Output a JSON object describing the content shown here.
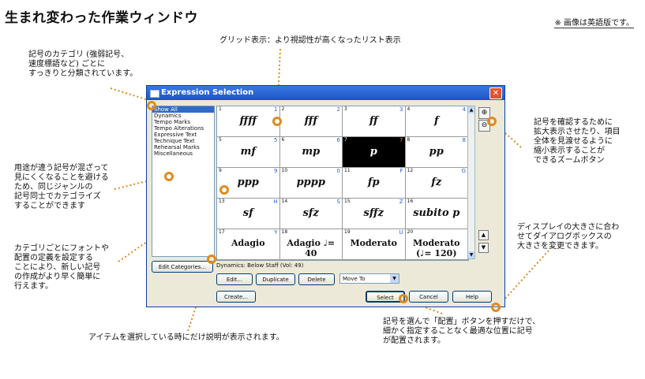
{
  "page": {
    "title": "生まれ変わった作業ウィンドウ",
    "note": "※ 画像は英語版です。"
  },
  "callouts": {
    "category": "記号のカテゴリ (強弱記号、\n速度標語など) ごとに\nすっきりと分類されています。",
    "grid": "グリッド表示：より視認性が高くなったリスト表示",
    "zoom": "記号を確認するために\n拡大表示させたり、項目\n全体を見渡せるように\n縮小表示することが\nできるズームボタン",
    "categorize": "用途が違う記号が混ざって\n見にくくなることを避ける\nため、同じジャンルの\n記号同士でカテゴライズ\nすることができます",
    "font": "カテゴリごとにフォントや\n配置の定義を設定する\nことにより、新しい記号\nの作成がより早く簡単に\n行えます。",
    "resize": "ディスプレイの大きさに合わ\nせてダイアログボックスの\n大きさを変更できます。",
    "description": "アイテムを選択している時にだけ説明が表示されます。",
    "place": "記号を選んで「配置」ボタンを押すだけで、\n細かく指定することなく最適な位置に記号\nが配置されます。"
  },
  "dialog": {
    "title": "Expression Selection",
    "close_glyph": "✕",
    "categories": [
      "Show All",
      "Dynamics",
      "Tempo Marks",
      "Tempo Alterations",
      "Expressive Text",
      "Technique Text",
      "Rehearsal Marks",
      "Miscellaneous"
    ],
    "cells": [
      {
        "num": "1",
        "key": "1",
        "sym": "ffff"
      },
      {
        "num": "2",
        "key": "2",
        "sym": "fff"
      },
      {
        "num": "3",
        "key": "3",
        "sym": "ff"
      },
      {
        "num": "4",
        "key": "4",
        "sym": "f"
      },
      {
        "num": "5",
        "key": "5",
        "sym": "mf"
      },
      {
        "num": "6",
        "key": "6",
        "sym": "mp"
      },
      {
        "num": "7",
        "key": "7",
        "sym": "p"
      },
      {
        "num": "8",
        "key": "8",
        "sym": "pp"
      },
      {
        "num": "9",
        "key": "9",
        "sym": "ppp"
      },
      {
        "num": "10",
        "key": "0",
        "sym": "pppp"
      },
      {
        "num": "11",
        "key": "F",
        "sym": "fp"
      },
      {
        "num": "12",
        "key": "G",
        "sym": "fz"
      },
      {
        "num": "13",
        "key": "H",
        "sym": "sf"
      },
      {
        "num": "14",
        "key": "S",
        "sym": "sfz"
      },
      {
        "num": "15",
        "key": "Z",
        "sym": "sffz"
      },
      {
        "num": "16",
        "key": "",
        "sym": "subito p"
      },
      {
        "num": "17",
        "key": "Y",
        "sym": "Adagio"
      },
      {
        "num": "18",
        "key": "",
        "sym": "Adagio ♩= 40"
      },
      {
        "num": "19",
        "key": "U",
        "sym": "Moderato"
      },
      {
        "num": "20",
        "key": "",
        "sym": "Moderato (♩= 120)"
      }
    ],
    "selected_cell": 6,
    "edit_categories_label": "Edit Categories...",
    "info_text": "Dynamics: Below Staff (Vol: 49)",
    "edit_label": "Edit...",
    "duplicate_label": "Duplicate",
    "delete_label": "Delete",
    "move_to_value": "Move To",
    "create_label": "Create...",
    "select_label": "Select",
    "cancel_label": "Cancel",
    "help_label": "Help",
    "zoom_in_glyph": "⊕",
    "zoom_out_glyph": "⊖"
  },
  "colors": {
    "accent": "#e08a1e",
    "titlebar": "#1a55c9"
  }
}
